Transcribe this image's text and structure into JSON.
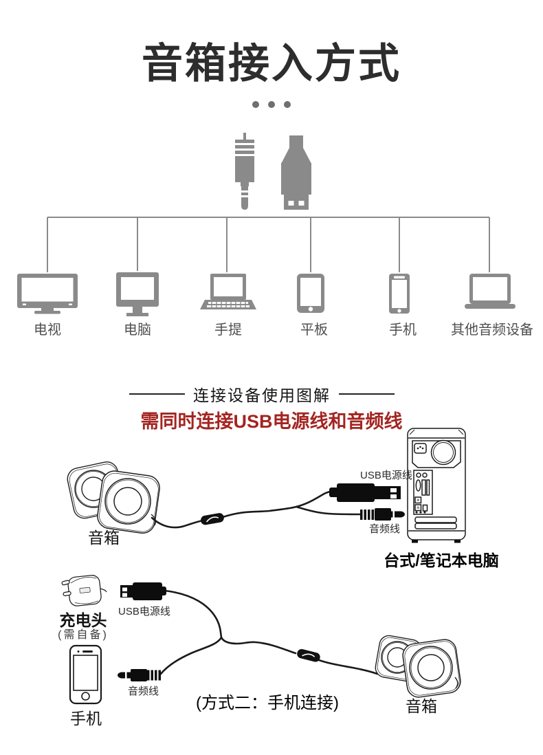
{
  "header": {
    "title": "音箱接入方式"
  },
  "top_connectors": {
    "jack_icon": "audio-jack-plug",
    "usb_icon": "usb-plug",
    "color": "#8a8a8a"
  },
  "device_tree": {
    "devices": [
      {
        "label": "电视",
        "icon": "tv"
      },
      {
        "label": "电脑",
        "icon": "desktop-monitor"
      },
      {
        "label": "手提",
        "icon": "laptop"
      },
      {
        "label": "平板",
        "icon": "tablet"
      },
      {
        "label": "手机",
        "icon": "smartphone"
      },
      {
        "label": "其他音频设备",
        "icon": "laptop-open"
      }
    ]
  },
  "section": {
    "title": "连接设备使用图解",
    "warning": "需同时连接USB电源线和音频线",
    "warning_color": "#a32521"
  },
  "diagram1": {
    "speaker_label": "音箱",
    "usb_cable_label": "USB电源线",
    "audio_cable_label": "音频线",
    "computer_label": "台式/笔记本电脑"
  },
  "diagram2": {
    "charger_label": "充电头",
    "charger_note": "(需自备)",
    "usb_cable_label": "USB电源线",
    "audio_cable_label": "音频线",
    "phone_label": "手机",
    "caption": "(方式二：手机连接)",
    "speaker_label": "音箱"
  }
}
